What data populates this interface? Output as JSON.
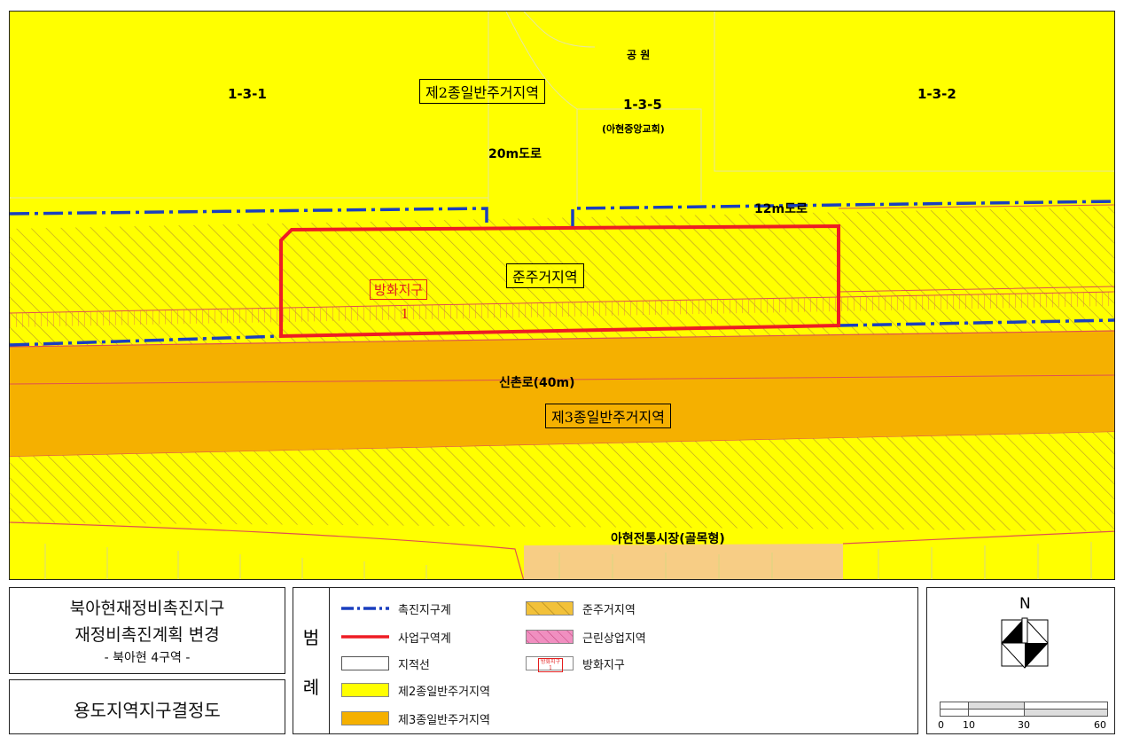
{
  "map": {
    "labels": {
      "park": "공 원",
      "lot_131": "1-3-1",
      "lot_135": "1-3-5",
      "lot_132": "1-3-2",
      "church": "(아현중앙교회)",
      "road_20m": "20m도로",
      "road_12m": "12m도로",
      "road_sinchon": "신촌로(40m)",
      "market": "아현전통시장(골목형)",
      "zone_2nd_residential": "제2종일반주거지역",
      "zone_semi_residential": "준주거지역",
      "zone_3rd_residential": "제3종일반주거지역",
      "fire_district": "방화지구",
      "fire_district_no": "1"
    }
  },
  "title_block": {
    "line1": "북아현재정비촉진지구",
    "line2": "재정비촉진계획 변경",
    "line3": "- 북아현 4구역 -",
    "drawing_name": "용도지역지구결정도"
  },
  "legend": {
    "heading_1": "범",
    "heading_2": "례",
    "items": [
      {
        "label": "촉진지구계"
      },
      {
        "label": "사업구역계"
      },
      {
        "label": "지적선"
      },
      {
        "label": "제2종일반주거지역"
      },
      {
        "label": "제3종일반주거지역"
      },
      {
        "label": "준주거지역"
      },
      {
        "label": "근린상업지역"
      },
      {
        "label": "방화지구"
      }
    ],
    "swatch_text_1": "방화지구",
    "swatch_text_2": "1"
  },
  "north": {
    "letter": "N",
    "scale_ticks": [
      "0",
      "10",
      "30",
      "60"
    ]
  },
  "colors": {
    "zone_2nd": "#ffff00",
    "zone_3rd": "#f5b000",
    "hatch": "#b89a2a",
    "promotion_boundary": "#1a3fbf",
    "project_boundary": "#ee1c24",
    "commercial": "#f08fc0",
    "market_area": "#f7cd85"
  }
}
